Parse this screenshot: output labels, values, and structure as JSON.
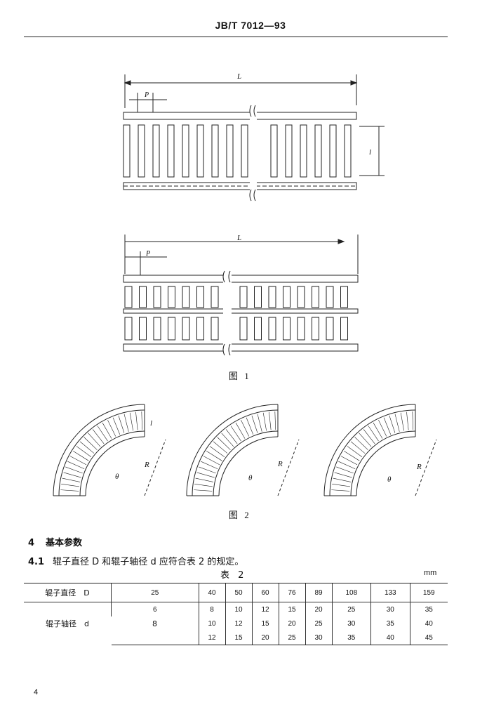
{
  "header": {
    "standard_code": "JB/T 7012—93"
  },
  "figure1": {
    "label_L": "L",
    "label_P": "P",
    "label_l": "l",
    "caption": "图 1"
  },
  "figure2": {
    "label_l": "l",
    "label_R": "R",
    "label_theta": "θ",
    "caption": "图 2"
  },
  "section": {
    "number": "4",
    "title": "基本参数"
  },
  "clause": {
    "number": "4.1",
    "text": "辊子直径 D 和辊子轴径 d 应符合表 2 的规定。"
  },
  "table": {
    "title": "表 2",
    "unit": "mm",
    "row1_label": "辊子直径　D",
    "row2_label": "辊子轴径　d",
    "diameters": [
      "25",
      "40",
      "50",
      "60",
      "76",
      "89",
      "108",
      "133",
      "159"
    ],
    "shaft_row1": [
      "6",
      "8",
      "10",
      "12",
      "15",
      "20",
      "25",
      "30",
      "35"
    ],
    "shaft_row2": [
      "8",
      "10",
      "12",
      "15",
      "20",
      "25",
      "30",
      "35",
      "40"
    ],
    "shaft_row3": [
      "",
      "12",
      "15",
      "20",
      "25",
      "30",
      "35",
      "40",
      "45"
    ]
  },
  "page_number": "4"
}
